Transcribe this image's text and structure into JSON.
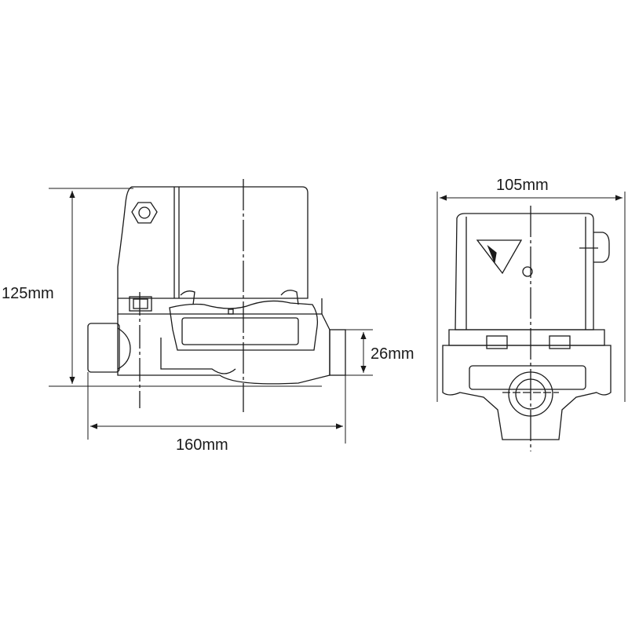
{
  "dimensions": {
    "height": "125mm",
    "port": "26mm",
    "length": "160mm",
    "width": "105mm"
  },
  "colors": {
    "line": "#1a1a1a",
    "background": "#ffffff"
  }
}
